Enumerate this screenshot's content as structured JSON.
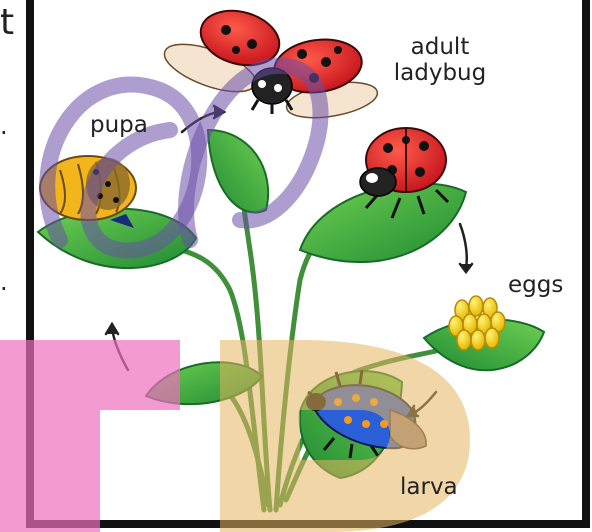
{
  "labels": {
    "adult_line1": "adult",
    "adult_line2": "ladybug",
    "pupa": "pupa",
    "eggs": "eggs",
    "larva": "larva"
  },
  "edge_fragments": [
    "t",
    ".",
    "."
  ],
  "stages": [
    "adult ladybug",
    "eggs",
    "larva",
    "pupa"
  ],
  "colors": {
    "frame": "#111111",
    "leaf": "#2f9e3a",
    "leaf_light": "#5cc24a",
    "stem": "#3d8a3a",
    "ladybug_red": "#e0212a",
    "egg_yellow": "#f5d414",
    "larva_blue": "#2b5fd8",
    "pupa_yellow": "#f2b51c",
    "watermark_purple": "#6a4fa8",
    "watermark_pink": "#f06fc0",
    "watermark_tan": "#e6b560"
  }
}
